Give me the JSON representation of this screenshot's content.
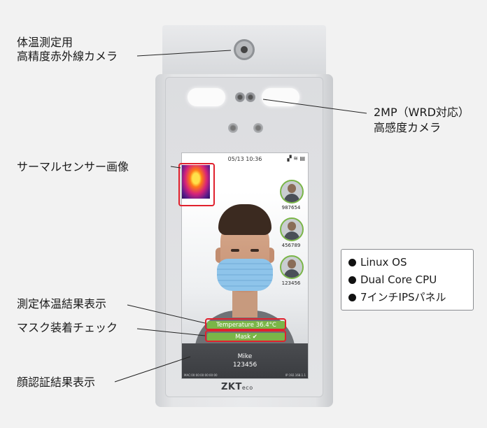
{
  "annotations": {
    "thermal_camera_line1": "体温測定用",
    "thermal_camera_line2": "高精度赤外線カメラ",
    "hd_camera_line1": "2MP（WRD対応）",
    "hd_camera_line2": "高感度カメラ",
    "thermal_image": "サーマルセンサー画像",
    "temperature_result": "測定体温結果表示",
    "mask_check": "マスク装着チェック",
    "face_result": "顔認証結果表示"
  },
  "screen": {
    "datetime": "05/13 10:36",
    "status_icons": "▞ ≋ ▤",
    "avatars": [
      {
        "id": "987654"
      },
      {
        "id": "456789"
      },
      {
        "id": "123456"
      }
    ],
    "temperature_label": "Temperature 36.4°C",
    "mask_label": "Mask ✔",
    "result_name": "Mike",
    "result_id": "123456",
    "mac_text": "MAC:00:00:00:00:00:00",
    "ip_text": "IP:192.168.1.1"
  },
  "logo": {
    "main": "ZKT",
    "tail": "eco"
  },
  "specs": [
    "Linux OS",
    "Dual Core CPU",
    "7インチIPSパネル"
  ],
  "colors": {
    "accent_green": "#7ab648",
    "highlight_red": "#e0212d",
    "result_bar": "#3a3c40"
  }
}
